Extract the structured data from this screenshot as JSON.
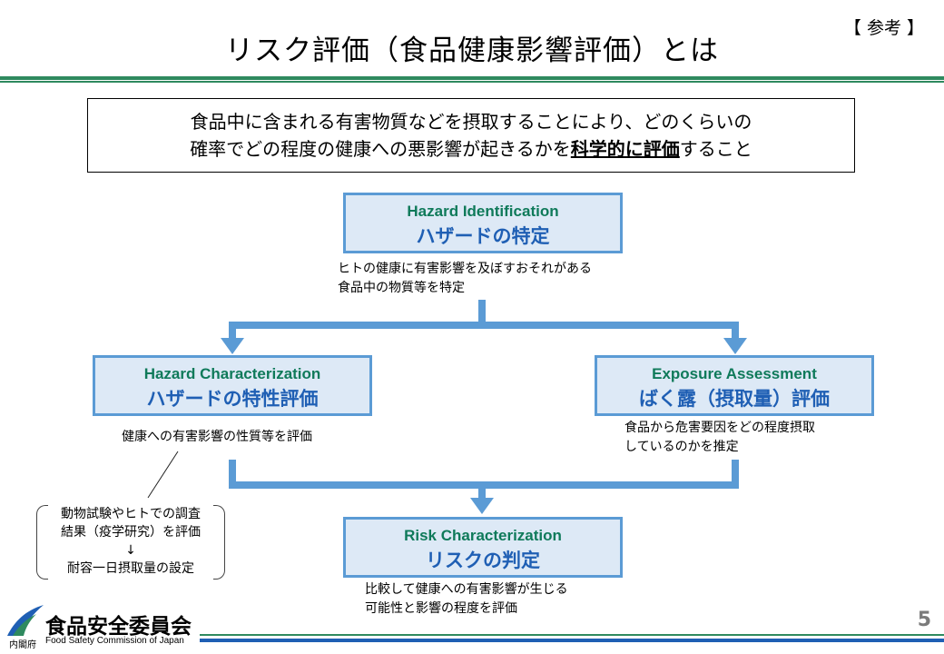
{
  "header": {
    "title": "リスク評価（食品健康影響評価）とは",
    "reference_tag": "【 参考 】"
  },
  "definition": {
    "line1": "食品中に含まれる有害物質などを摂取することにより、どのくらいの",
    "line2_prefix": "確率でどの程度の健康への悪影響が起きるかを",
    "line2_emphasis": "科学的に評価",
    "line2_suffix": "すること"
  },
  "nodes": {
    "hazard_identification": {
      "en": "Hazard Identification",
      "ja": "ハザードの特定",
      "note_line1": "ヒトの健康に有害影響を及ぼすおそれがある",
      "note_line2": "食品中の物質等を特定"
    },
    "hazard_characterization": {
      "en": "Hazard Characterization",
      "ja": "ハザードの特性評価",
      "note_line1": "健康への有害影響の性質等を評価"
    },
    "exposure_assessment": {
      "en": "Exposure Assessment",
      "ja": "ばく露（摂取量）評価",
      "note_line1": "食品から危害要因をどの程度摂取",
      "note_line2": "しているのかを推定"
    },
    "risk_characterization": {
      "en": "Risk Characterization",
      "ja": "リスクの判定",
      "note_line1": "比較して健康への有害影響が生じる",
      "note_line2": "可能性と影響の程度を評価"
    }
  },
  "side_note": {
    "line1": "動物試験やヒトでの調査",
    "line2": "結果（疫学研究）を評価",
    "arrow": "↓",
    "line3": "耐容一日摂取量の設定"
  },
  "footer": {
    "org_name": "食品安全委員会",
    "org_name_en": "Food Safety Commission of Japan",
    "cabinet_office": "内閣府",
    "page_number": "5"
  },
  "colors": {
    "node_border": "#5b9bd5",
    "node_fill": "#dde9f6",
    "en_label": "#0f7a5a",
    "ja_label": "#1f5fb4",
    "arrow": "#5b9bd5",
    "accent_green": "#2f8a5f"
  }
}
